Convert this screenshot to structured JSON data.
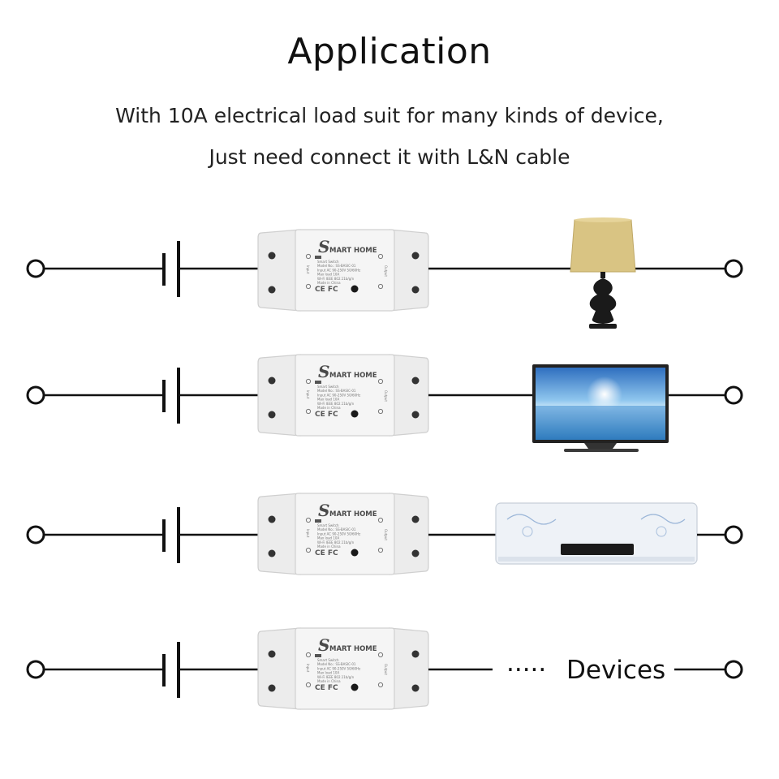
{
  "header": {
    "title": "Application",
    "subtitle_line1": "With 10A electrical load suit for many kinds of device,",
    "subtitle_line2": "Just need connect it with L&N cable"
  },
  "module": {
    "brand_initial": "S",
    "brand_rest": "MART HOME",
    "input_label": "Input",
    "output_label": "Output",
    "spec_lines": [
      "Smart Switch",
      "Model No.: SS-BASIC-01",
      "Input AC 90-250V 50/60Hz",
      "Max load 10A",
      "Wi-Fi IEEE 802.11b/g/n",
      "Made in China"
    ],
    "cert_text": "CE FC"
  },
  "rows": [
    {
      "device": "lamp-icon"
    },
    {
      "device": "tv-icon"
    },
    {
      "device": "air-conditioner-icon"
    },
    {
      "device": "devices-text",
      "dots": "·····",
      "label": "Devices"
    }
  ],
  "colors": {
    "wire": "#111111",
    "module_body": "#f3f3f3",
    "lamp_shade": "#d9c483",
    "tv_screen": "#3f8fd6",
    "ac_body": "#eef2f7"
  }
}
